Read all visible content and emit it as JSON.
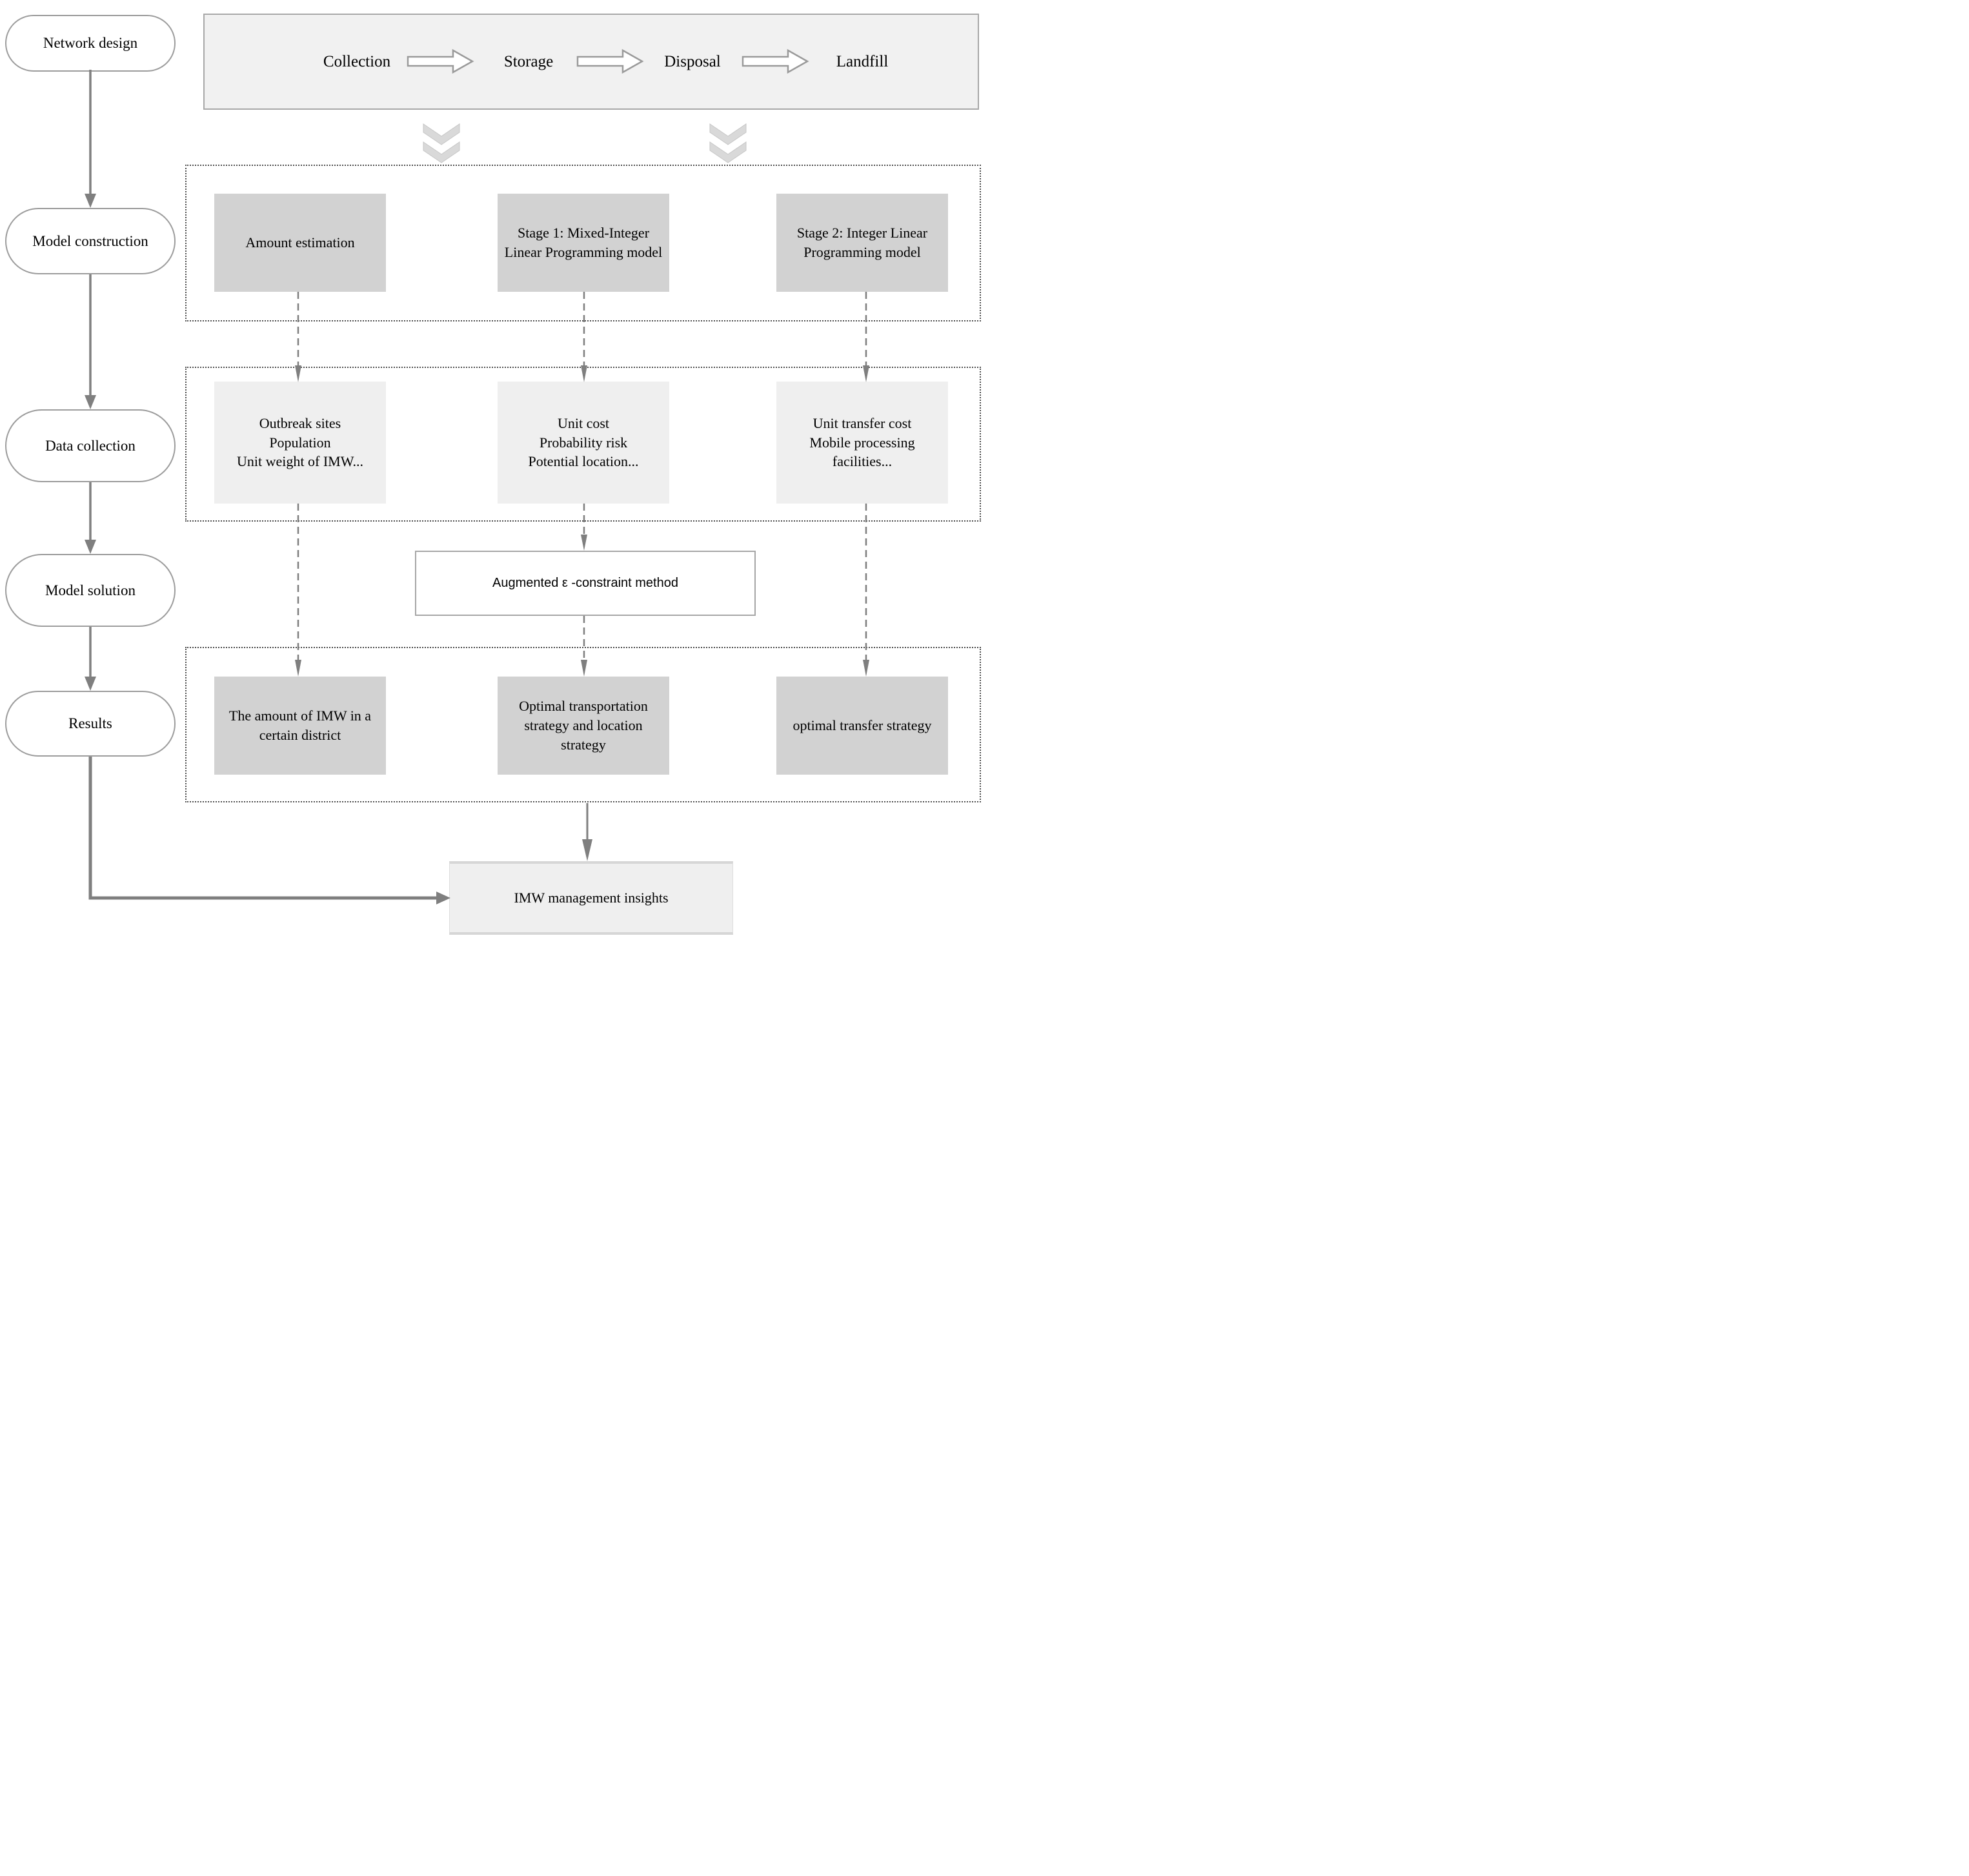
{
  "steps": [
    {
      "label": "Network design"
    },
    {
      "label": "Model construction"
    },
    {
      "label": "Data collection"
    },
    {
      "label": "Model solution"
    },
    {
      "label": "Results"
    }
  ],
  "process_bar": {
    "stages": [
      "Collection",
      "Storage",
      "Disposal",
      "Landfill"
    ]
  },
  "construction_row": [
    "Amount estimation",
    "Stage 1: Mixed-Integer Linear Programming model",
    "Stage 2: Integer Linear Programming model"
  ],
  "data_row": [
    "Outbreak sites\nPopulation\nUnit weight of IMW...",
    "Unit cost\nProbability risk\nPotential location...",
    "Unit transfer cost\nMobile processing facilities..."
  ],
  "solution": {
    "method_label": "Augmented ε -constraint method"
  },
  "results_row": [
    "The amount of IMW in a certain district",
    "Optimal transportation strategy and location strategy",
    "optimal transfer strategy"
  ],
  "insights": {
    "label": "IMW management insights"
  },
  "colors": {
    "box_gray": "#d2d2d2",
    "box_light": "#efefef",
    "bar_fill": "#f1f1f1",
    "line_gray": "#7f7f7f",
    "border_gray": "#a6a6a6",
    "chevron_gray": "#d9d9d9"
  }
}
